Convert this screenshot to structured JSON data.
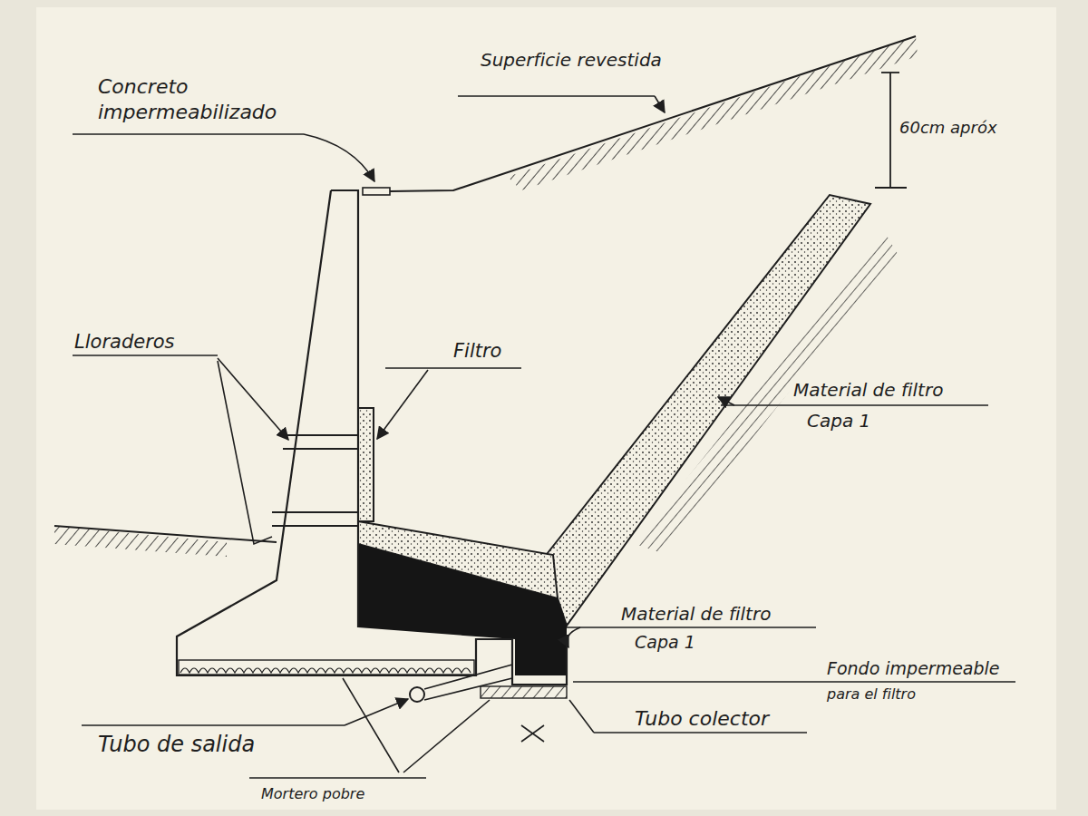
{
  "diagram": {
    "labels": [
      "Concreto impermeabilizado",
      "Superficie revestida",
      "60cm apróx",
      "Lloraderos",
      "Filtro",
      "Material de filtro",
      "Capa 1",
      "Material de filtro",
      "Capa 1",
      "Fondo impermeable",
      "para el filtro",
      "Tubo colector",
      "Tubo de salida",
      "Mortero pobre"
    ]
  }
}
